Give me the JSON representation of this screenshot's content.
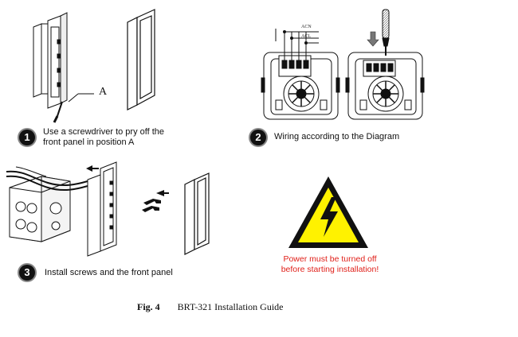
{
  "callout_label": "A",
  "steps": [
    {
      "number": "1",
      "text": "Use a screwdriver to pry off the\nfront panel in position A"
    },
    {
      "number": "2",
      "text": "Wiring according to the Diagram"
    },
    {
      "number": "3",
      "text": "Install screws and the front panel"
    }
  ],
  "wire_labels": {
    "top": "ACN",
    "bottom": "ACL"
  },
  "warning": {
    "line1": "Power must be turned off",
    "line2": "before starting installation!"
  },
  "caption": {
    "fig": "Fig. 4",
    "title": "BRT-321 Installation Guide"
  },
  "colors": {
    "warning_text": "#e0201a",
    "warning_sign_fill": "#fff200",
    "line": "#111111"
  },
  "icons": [
    "screwdriver-icon",
    "lightning-warning-icon",
    "screw-icon",
    "arrow-left-icon",
    "arrow-down-icon"
  ]
}
